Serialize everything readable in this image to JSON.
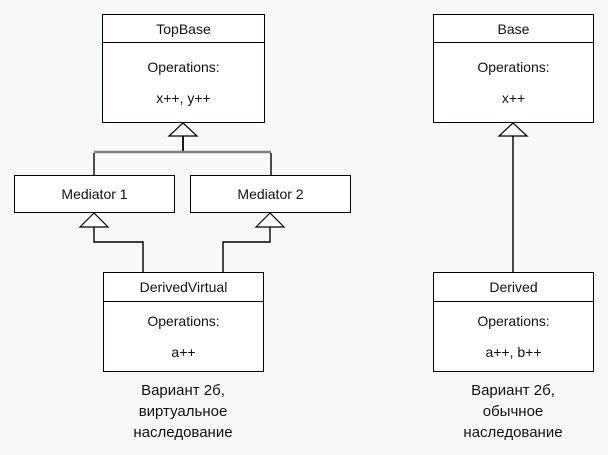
{
  "left_diagram": {
    "top_class": {
      "name": "TopBase",
      "operations_label": "Operations:",
      "operations": "x++, y++"
    },
    "mediator_1": {
      "name": "Mediator 1"
    },
    "mediator_2": {
      "name": "Mediator 2"
    },
    "derived_class": {
      "name": "DerivedVirtual",
      "operations_label": "Operations:",
      "operations": "a++"
    },
    "caption": {
      "lines": [
        "Вариант 2б,",
        "виртуальное",
        "наследование"
      ]
    }
  },
  "right_diagram": {
    "top_class": {
      "name": "Base",
      "operations_label": "Operations:",
      "operations": "x++"
    },
    "derived_class": {
      "name": "Derived",
      "operations_label": "Operations:",
      "operations": "a++, b++"
    },
    "caption": {
      "lines": [
        "Вариант 2б,",
        "обычное",
        "наследование"
      ]
    }
  },
  "colors": {
    "background": "#f6faf6",
    "line": "#000000",
    "bus_line": "#808080",
    "box_fill": "#ffffff"
  }
}
